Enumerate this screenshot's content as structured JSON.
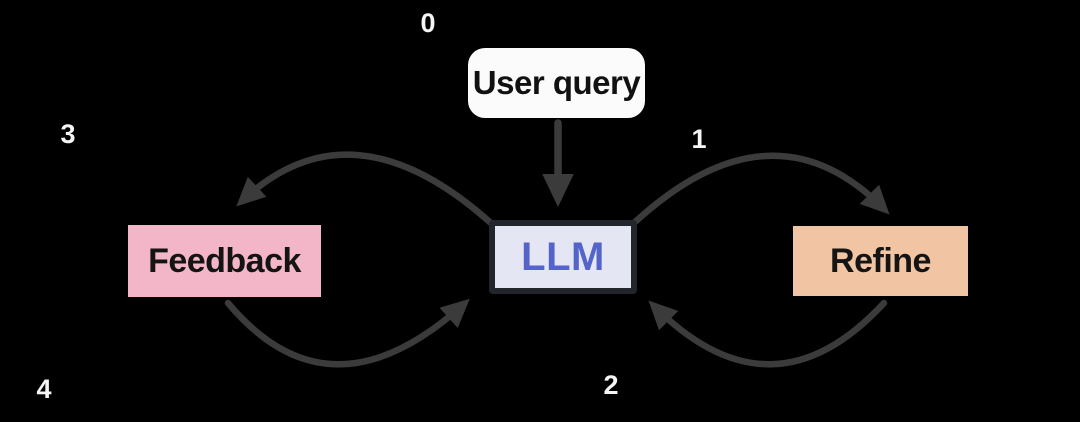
{
  "diagram": {
    "type": "flow-diagram",
    "description": "Iterative LLM refinement loop with numbered steps",
    "nodes": {
      "user_query": {
        "label": "User query"
      },
      "llm": {
        "label": "LLM"
      },
      "feedback": {
        "label": "Feedback"
      },
      "refine": {
        "label": "Refine"
      }
    },
    "step_labels": {
      "s0": "0",
      "s1": "1",
      "s2": "2",
      "s3": "3",
      "s4": "4"
    },
    "edges": [
      {
        "step": "0",
        "from": "User query",
        "to": "LLM"
      },
      {
        "step": "1",
        "from": "LLM",
        "to": "Refine"
      },
      {
        "step": "2",
        "from": "Refine",
        "to": "LLM"
      },
      {
        "step": "3",
        "from": "LLM",
        "to": "Feedback"
      },
      {
        "step": "4",
        "from": "Feedback",
        "to": "LLM"
      }
    ],
    "colors": {
      "background": "#000000",
      "arrow": "#3b3b3b",
      "user-query-bg": "#fbfbfb",
      "user-query-text": "#111111",
      "llm-bg": "#e4e6f4",
      "llm-border": "#23252d",
      "llm-text": "#5464c8",
      "feedback-bg": "#f3b6c8",
      "refine-bg": "#f1c5a3",
      "node-text": "#141414",
      "step-label": "#f5f5f5"
    }
  }
}
